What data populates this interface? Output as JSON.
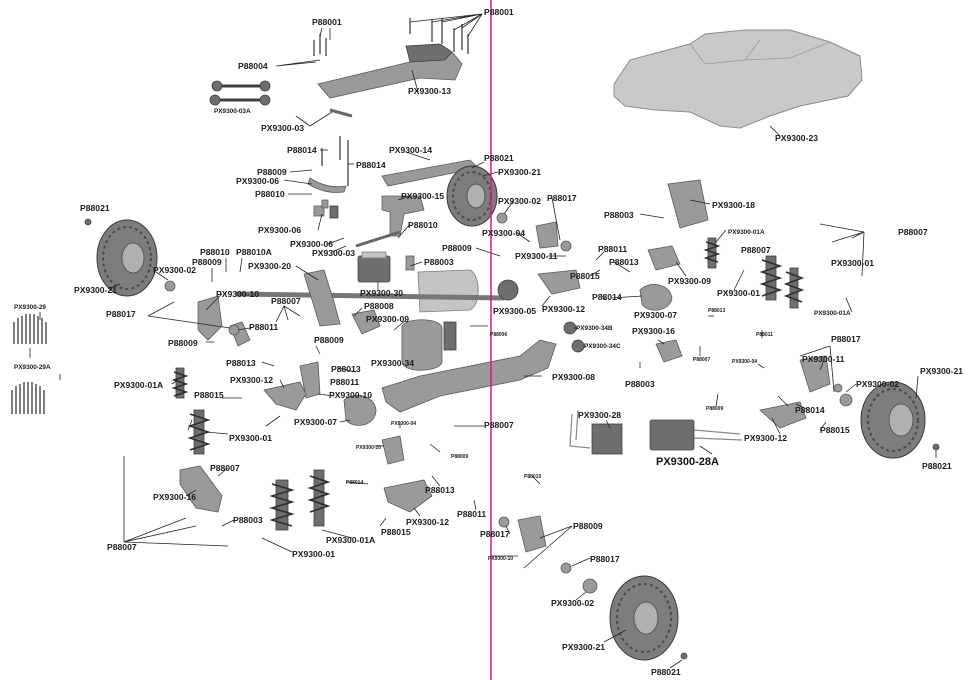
{
  "labels": {
    "L01": "P88001",
    "L02": "P88001",
    "L03": "P88004",
    "L04": "PX9300-13",
    "L05": "PX9300-03A",
    "L06": "PX9300-03",
    "L07": "PX9300-23",
    "L08": "P88014",
    "L09": "PX9300-14",
    "L10": "P88014",
    "L11": "P88021",
    "L12": "P88009",
    "L13": "PX9300-06",
    "L14": "PX9300-21",
    "L15": "P88010",
    "L16": "PX9300-15",
    "L17": "P88017",
    "L18": "PX9300-02",
    "L19": "PX9300-18",
    "L20": "P88003",
    "L21": "P88021",
    "L22": "PX9300-06",
    "L23": "P88010",
    "L24": "PX9300-04",
    "L25": "PX9300-01A",
    "L26": "P88007",
    "L27": "PX9300-06",
    "L28": "P88009",
    "L29": "P88011",
    "L30": "P88007",
    "L31": "PX9300-03",
    "L32": "PX9300-11",
    "L33": "P88010",
    "L34": "P88010A",
    "L35": "PX9300-20",
    "L36": "P88003",
    "L37": "P88013",
    "L38": "PX9300-09",
    "L39": "PX9300-01",
    "L40": "PX9300-01",
    "L41": "PX9300-21",
    "L42": "PX9300-02",
    "L43": "P88009",
    "L44": "P88015",
    "L45": "P88014",
    "L46": "PX9300-10",
    "L47": "PX9300-30",
    "L48": "PX9300-12",
    "L49": "PX9300-01A",
    "L50": "PX9300-29",
    "L51": "P88017",
    "L52": "P88007",
    "L53": "P88008",
    "L54": "PX9300-07",
    "L55": "PX9300-05",
    "L56": "P88013",
    "L57": "P88011",
    "L58": "PX9300-09",
    "L59": "PX9300-34B",
    "L60": "P88006",
    "L61": "PX9300-16",
    "L62": "P88011",
    "L63": "PX9300-34C",
    "L64": "P88009",
    "L65": "P88009",
    "L66": "PX9300-29A",
    "L67": "P88017",
    "L68": "P88013",
    "L69": "PX9300-34",
    "L70": "P88007",
    "L71": "P88003",
    "L72": "PX9300-04",
    "L73": "P88013",
    "L74": "PX9300-01A",
    "L75": "PX9300-12",
    "L76": "PX9300-08",
    "L77": "PX9300-11",
    "L78": "PX9300-21",
    "L79": "P88015",
    "L80": "PX9300-10",
    "L81": "P88011",
    "L82": "PX9300-04",
    "L83": "PX9300-02",
    "L84": "P88009",
    "L85": "P88014",
    "L86": "PX9300-07",
    "L87": "P88007",
    "L88": "PX9300-28",
    "L89": "PX9300-12",
    "L90": "P88015",
    "L91": "PX9300-01",
    "L92": "PX9300-10",
    "L93": "P88009",
    "L94": "PX9300-28A",
    "L95": "P88021",
    "L96": "P88007",
    "L97": "PX9300-16",
    "L98": "P88014",
    "L99": "P88013",
    "L100": "P88010",
    "L101": "P88011",
    "L102": "PX9300-12",
    "L103": "P88003",
    "L104": "P88015",
    "L105": "P88017",
    "L106": "P88009",
    "L107": "P88007",
    "L108": "PX9300-01A",
    "L109": "PX9300-01",
    "L110": "PX9300-10",
    "L111": "P88017",
    "L112": "PX9300-02",
    "L113": "PX9300-21",
    "L114": "P88021"
  },
  "colors": {
    "divider_line": "#cc1f8a",
    "parts_gray": "#9a9a9a",
    "label_text": "#1a1a1a"
  }
}
